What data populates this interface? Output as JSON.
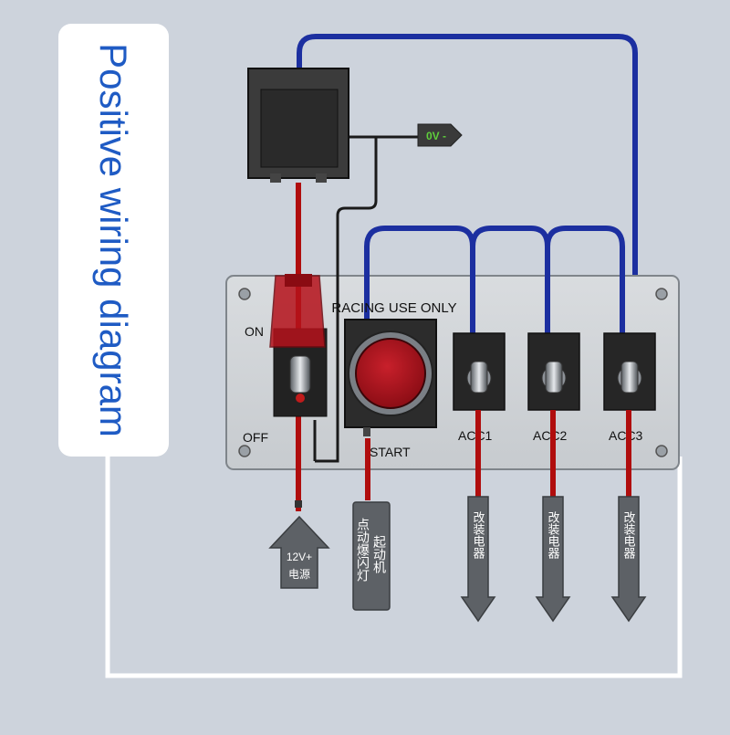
{
  "title": "Positive wiring diagram",
  "panel": {
    "header": "RACING USE ONLY",
    "on_label": "ON",
    "off_label": "OFF",
    "start_label": "START",
    "acc1_label": "ACC1",
    "acc2_label": "ACC2",
    "acc3_label": "ACC3"
  },
  "ground_tag": "0V -",
  "power_input": {
    "line1": "12V+",
    "line2": "电源"
  },
  "start_output": {
    "col1": "点动爆闪灯",
    "col2": "起动机"
  },
  "acc_output": "改装电器",
  "colors": {
    "background": "#cdd3dc",
    "title_text": "#1f5bc4",
    "positive_wire": "#b00d0d",
    "jumper_wire": "#1c2fa0",
    "ground_wire": "#1a1a1a",
    "start_button": "#a3101a",
    "ground_tag_text": "#2e8b23"
  },
  "icons": [
    "relay-icon",
    "safety-cover-toggle-icon",
    "push-button-icon",
    "toggle-switch-icon",
    "arrow-up-icon",
    "arrow-down-icon"
  ]
}
